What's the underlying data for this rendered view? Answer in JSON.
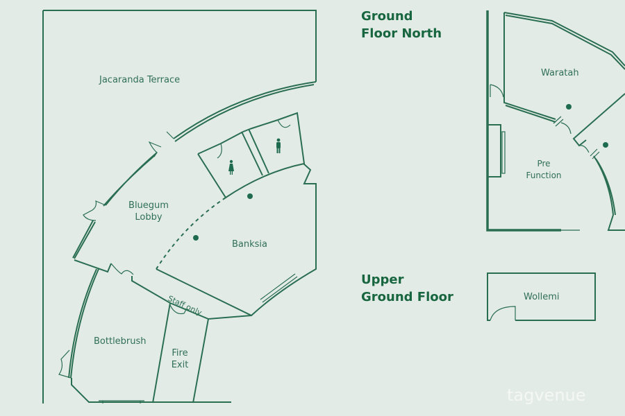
{
  "sections": {
    "ground_floor_north": "Ground Floor North",
    "upper_ground_floor": "Upper Ground Floor"
  },
  "rooms": {
    "jacaranda": "Jacaranda Terrace",
    "bluegum": "Bluegum Lobby",
    "banksia": "Banksia",
    "bottlebrush": "Bottlebrush",
    "fire_exit": "Fire Exit",
    "staff_only": "Staff only",
    "waratah": "Waratah",
    "pre_function": "Pre Function",
    "wollemi": "Wollemi"
  },
  "logo": "tagvenue",
  "colors": {
    "background": "#e3ebe7",
    "wall": "#2a6e52",
    "heading": "#17663f"
  }
}
